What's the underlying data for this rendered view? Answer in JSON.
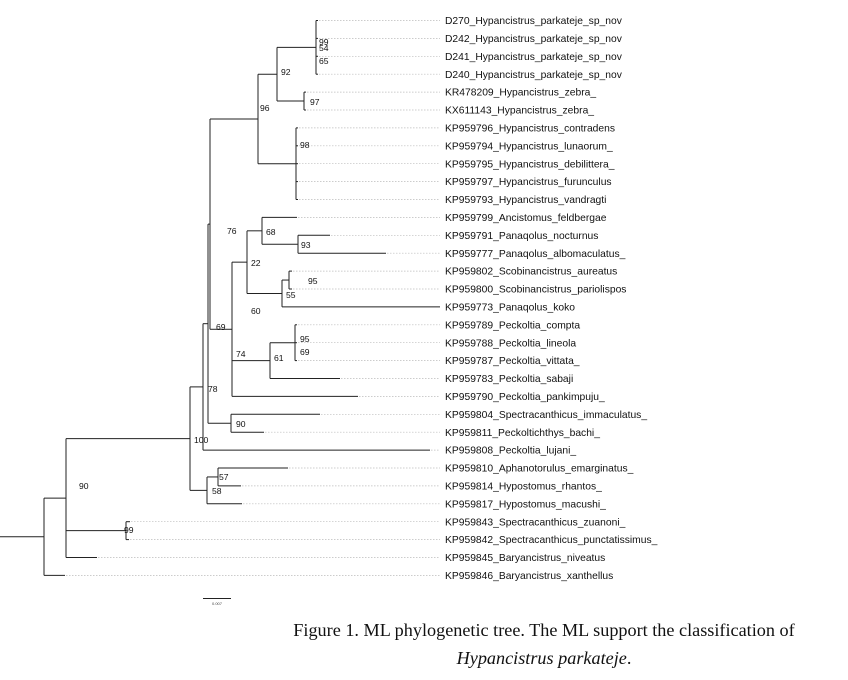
{
  "caption": {
    "line1": "Figure 1. ML phylogenetic tree. The ML support the classification of",
    "line2": "Hypancistrus parkateje",
    "line2_end": "."
  },
  "scale_bar": {
    "label": "0.007"
  },
  "tree": {
    "tips": [
      "D270_Hypancistrus_parkateje_sp_nov",
      "D242_Hypancistrus_parkateje_sp_nov",
      "D241_Hypancistrus_parkateje_sp_nov",
      "D240_Hypancistrus_parkateje_sp_nov",
      "KR478209_Hypancistrus_zebra_",
      "KX611143_Hypancistrus_zebra_",
      "KP959796_Hypancistrus_contradens",
      "KP959794_Hypancistrus_lunaorum_",
      "KP959795_Hypancistrus_debilittera_",
      "KP959797_Hypancistrus_furunculus",
      "KP959793_Hypancistrus_vandragti",
      "KP959799_Ancistomus_feldbergae",
      "KP959791_Panaqolus_nocturnus",
      "KP959777_Panaqolus_albomaculatus_",
      "KP959802_Scobinancistrus_aureatus",
      "KP959800_Scobinancistrus_pariolispos",
      "KP959773_Panaqolus_koko",
      "KP959789_Peckoltia_compta",
      "KP959788_Peckoltia_lineola",
      "KP959787_Peckoltia_vittata_",
      "KP959783_Peckoltia_sabaji",
      "KP959790_Peckoltia_pankimpuju_",
      "KP959804_Spectracanthicus_immaculatus_",
      "KP959811_Peckoltichthys_bachi_",
      "KP959808_Peckoltia_lujani_",
      "KP959810_Aphanotorulus_emarginatus_",
      "KP959814_Hypostomus_rhantos_",
      "KP959817_Hypostomus_macushi_",
      "KP959843_Spectracanthicus_zuanoni_",
      "KP959842_Spectracanthicus_punctatissimus_",
      "KP959845_Baryancistrus_niveatus",
      "KP959846_Baryancistrus_xanthellus"
    ],
    "supports": [
      "99",
      "54",
      "65",
      "92",
      "97",
      "96",
      "98",
      "76",
      "68",
      "93",
      "22",
      "95",
      "55",
      "60",
      "95",
      "69",
      "61",
      "74",
      "69",
      "78",
      "90",
      "100",
      "57",
      "58",
      "99",
      "90"
    ]
  }
}
